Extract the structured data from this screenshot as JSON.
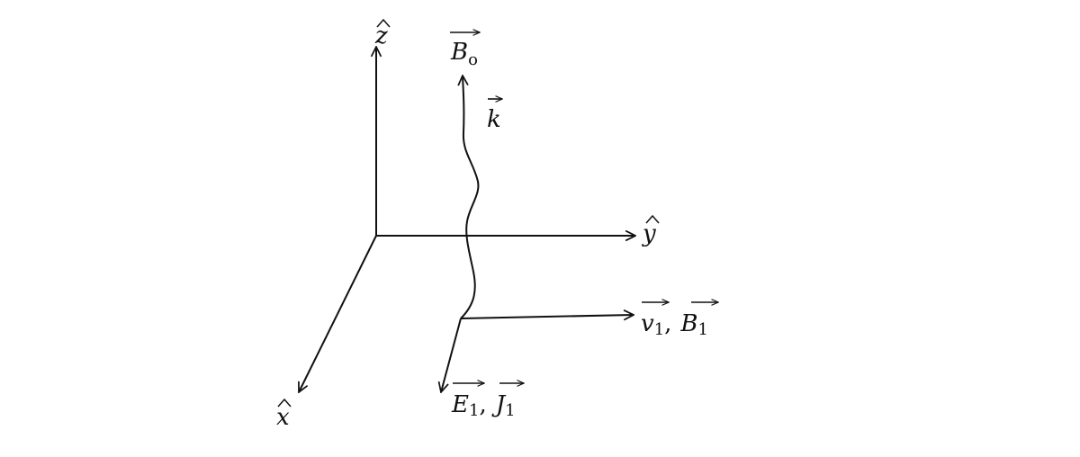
{
  "labels": {
    "z_axis": {
      "letter": "z",
      "hat": true
    },
    "y_axis": {
      "letter": "y",
      "hat": true
    },
    "x_axis": {
      "letter": "x",
      "hat": true
    },
    "B0": {
      "letter": "B",
      "subscript": "o",
      "arrow": true
    },
    "k": {
      "letter": "k",
      "arrow": true
    },
    "v1": {
      "letter": "v",
      "subscript": "1",
      "arrow": true
    },
    "B1": {
      "letter": "B",
      "subscript": "1",
      "arrow": true
    },
    "E1": {
      "letter": "E",
      "subscript": "1",
      "arrow": true
    },
    "J1": {
      "letter": "J",
      "subscript": "1",
      "arrow": true
    },
    "separator": ","
  },
  "colors": {
    "stroke": "#111111",
    "background": "#ffffff"
  }
}
